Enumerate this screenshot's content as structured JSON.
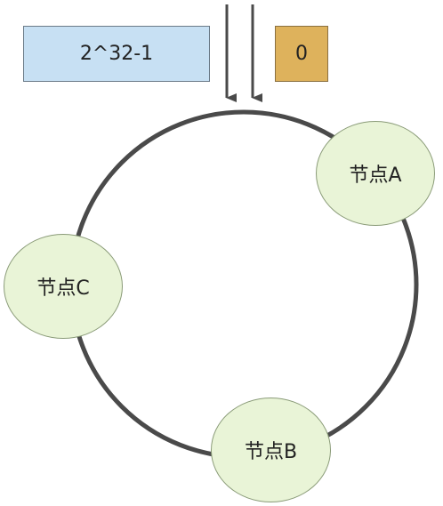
{
  "ring": {
    "max_label": "2^32-1",
    "zero_label": "0",
    "colors": {
      "max_box": "#c7e0f3",
      "zero_box": "#deb25c",
      "node_fill": "#e9f4d7",
      "ring_stroke": "#4a4a4a"
    }
  },
  "nodes": [
    {
      "label": "节点A"
    },
    {
      "label": "节点B"
    },
    {
      "label": "节点C"
    }
  ]
}
